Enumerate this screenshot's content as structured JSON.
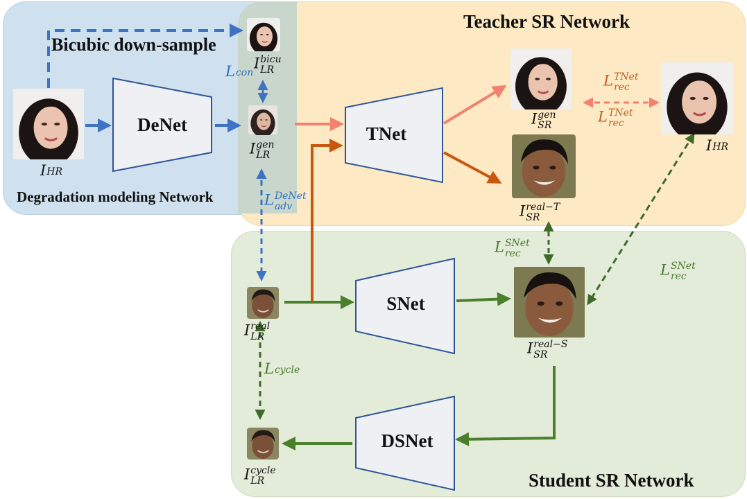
{
  "regions": {
    "degradation": {
      "title": "Degradation modeling Network"
    },
    "teacher": {
      "title": "Teacher SR Network"
    },
    "student": {
      "title": "Student SR Network"
    }
  },
  "labels": {
    "bicubic": "Bicubic down-sample"
  },
  "networks": {
    "denet": "DeNet",
    "tnet": "TNet",
    "snet": "SNet",
    "dsnet": "DSNet"
  },
  "symbols": {
    "i_hr_left": {
      "base": "I",
      "sub": "HR",
      "sup": ""
    },
    "i_lr_bicu": {
      "base": "I",
      "sub": "LR",
      "sup": "bicu"
    },
    "i_lr_gen": {
      "base": "I",
      "sub": "LR",
      "sup": "gen"
    },
    "i_sr_gen": {
      "base": "I",
      "sub": "SR",
      "sup": "gen"
    },
    "i_hr_right": {
      "base": "I",
      "sub": "HR",
      "sup": ""
    },
    "i_sr_real_t": {
      "base": "I",
      "sub": "SR",
      "sup": "real−T"
    },
    "i_lr_real": {
      "base": "I",
      "sub": "LR",
      "sup": "real"
    },
    "i_sr_real_s": {
      "base": "I",
      "sub": "SR",
      "sup": "real−S"
    },
    "i_lr_cycle": {
      "base": "I",
      "sub": "LR",
      "sup": "cycle"
    }
  },
  "losses": {
    "l_con": {
      "base": "L",
      "sub": "con",
      "sup": ""
    },
    "l_adv": {
      "base": "L",
      "sub": "adv",
      "sup": "DeNet"
    },
    "l_rec_tnet_top": {
      "base": "L",
      "sub": "rec",
      "sup": "TNet"
    },
    "l_rec_tnet_bottom": {
      "base": "L",
      "sub": "rec",
      "sup": "TNet"
    },
    "l_rec_snet_mid": {
      "base": "L",
      "sub": "rec",
      "sup": "SNet"
    },
    "l_rec_snet_right": {
      "base": "L",
      "sub": "rec",
      "sup": "SNet"
    },
    "l_cycle": {
      "base": "L",
      "sub": "cycle",
      "sup": ""
    }
  },
  "colors": {
    "blue": "#3d72c4",
    "salmon": "#f0826e",
    "orange": "#c8580e",
    "green": "#4a7f2c",
    "dark_green": "#3f6b28",
    "trapezoid_fill": "#eef0f4",
    "trapezoid_stroke": "#2f5597"
  }
}
